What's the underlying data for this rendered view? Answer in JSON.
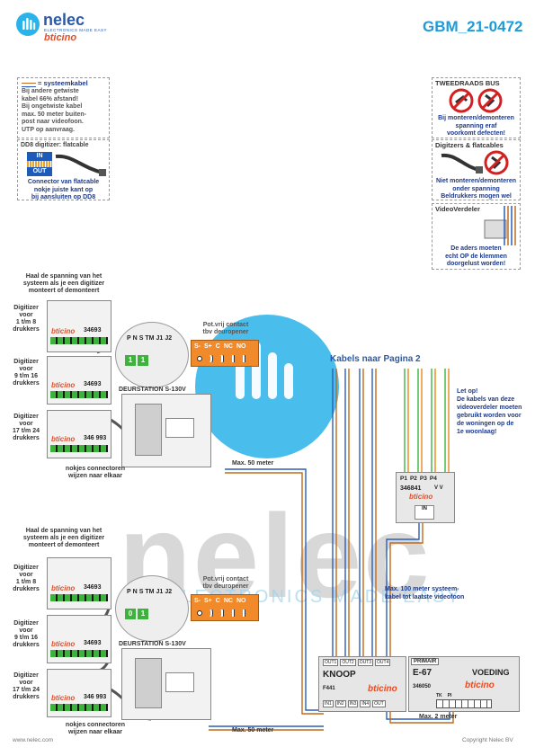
{
  "header": {
    "brand": "nelec",
    "brand_sub": "ELECTRONICS MADE EASY",
    "brand_partner": "bticino",
    "doc_title": "GBM_21-0472"
  },
  "notes": {
    "cable_legend": {
      "head": "= systeemkabel",
      "lines": [
        "Bij andere getwiste",
        "kabel 66% afstand!",
        "Bij ongetwiste kabel",
        "max. 50 meter buiten-",
        "post naar videofoon.",
        "UTP op aanvraag."
      ]
    },
    "dd8": {
      "head": "DD8 digitizer: flatcable",
      "in_label": "IN",
      "out_label": "OUT",
      "lines": [
        "Connector van flatcable",
        "nokje juiste kant op",
        "bij aansluiten op DD8"
      ]
    },
    "bus": {
      "head": "TWEEDRAADS BUS",
      "lines": [
        "Bij monteren/demonteren",
        "spanning eraf",
        "voorkomt defecten!"
      ]
    },
    "digitizers": {
      "head": "Digitzers & flatcables",
      "lines": [
        "Niet monteren/demonteren",
        "onder spanning",
        "Beldrukkers mogen wel"
      ]
    },
    "videoverdeler": {
      "head": "VideoVerdeler",
      "lines": [
        "De aders moeten",
        "echt OP de klemmen",
        "doorgelust worden!"
      ]
    }
  },
  "top_section": {
    "warning": [
      "Haal de spanning van het",
      "systeem als je een digitizer",
      "monteert of demonteert"
    ],
    "digitizer_labels": [
      [
        "Digitizer",
        "voor",
        "1 t/m 8",
        "drukkers"
      ],
      [
        "Digitizer",
        "voor",
        "9 t/m 16",
        "drukkers"
      ],
      [
        "Digitizer",
        "voor",
        "17 t/m 24",
        "drukkers"
      ]
    ],
    "digitizer_models": [
      "34693",
      "34693",
      "346 993"
    ],
    "terminal_labels": [
      "P",
      "N",
      "S",
      "TM",
      "J1",
      "J2"
    ],
    "jumper_values": [
      "1",
      "1"
    ],
    "door_station": "DEURSTATION S-130V",
    "contact": [
      "Pot.vrij contact",
      "tbv deuropener"
    ],
    "contact_terminals": [
      "S-",
      "S+",
      "C",
      "NC",
      "NO"
    ],
    "notch_note": [
      "nokjes connectoren",
      "wijzen naar elkaar"
    ],
    "max_label": "Max. 50 meter"
  },
  "bottom_section": {
    "warning": [
      "Haal de spanning van het",
      "systeem als je een digitizer",
      "monteert of demonteert"
    ],
    "digitizer_labels": [
      [
        "Digitizer",
        "voor",
        "1 t/m 8",
        "drukkers"
      ],
      [
        "Digitizer",
        "voor",
        "9 t/m 16",
        "drukkers"
      ],
      [
        "Digitizer",
        "voor",
        "17 t/m 24",
        "drukkers"
      ]
    ],
    "digitizer_models": [
      "34693",
      "34693",
      "346 993"
    ],
    "terminal_labels": [
      "P",
      "N",
      "S",
      "TM",
      "J1",
      "J2"
    ],
    "jumper_values": [
      "0",
      "1"
    ],
    "door_station": "DEURSTATION S-130V",
    "contact": [
      "Pot.vrij contact",
      "tbv deuropener"
    ],
    "contact_terminals": [
      "S-",
      "S+",
      "C",
      "NC",
      "NO"
    ],
    "notch_note": [
      "nokjes connectoren",
      "wijzen naar elkaar"
    ],
    "max_label": "Max. 50 meter"
  },
  "right_section": {
    "cables_title": "Kabels naar Pagina 2",
    "letop": [
      "Let op!",
      "De kabels van deze",
      "videoverdeler moeten",
      "gebruikt worden voor",
      "de woningen op de",
      "1e woonlaag!"
    ],
    "splitter_ports": [
      "P1",
      "P2",
      "P3",
      "P4"
    ],
    "splitter_model": "346841",
    "splitter_vv": "V V",
    "splitter_in": "IN",
    "max100": [
      "Max. 100 meter systeem-",
      "kabel tot laatste videofoon"
    ],
    "knoop_title": "KNOOP",
    "knoop_model": "F441",
    "knoop_bottom_terms": [
      "IN1",
      "IN2",
      "IN3",
      "IN4",
      "OUT"
    ],
    "knoop_top_terms": [
      "OUT1",
      "OUT2",
      "OUT3",
      "OUT4"
    ],
    "primair": "PRIMAIR",
    "voeding_model": "E-67",
    "voeding_title": "VOEDING",
    "voeding_code": "346050",
    "voeding_terms": [
      "TK",
      "PI"
    ],
    "max2": "Max. 2 meter"
  },
  "footer": {
    "left": "www.nelec.com",
    "right": "Copyright Nelec BV"
  },
  "colors": {
    "brand_blue": "#2a5aa5",
    "title_blue": "#1f9bd7",
    "bticino_orange": "#e44d26",
    "warning_orange": "#e8891a",
    "note_blue": "#1d3a8a",
    "terminal_green": "#3db33d",
    "contact_orange": "#f08a2a"
  }
}
